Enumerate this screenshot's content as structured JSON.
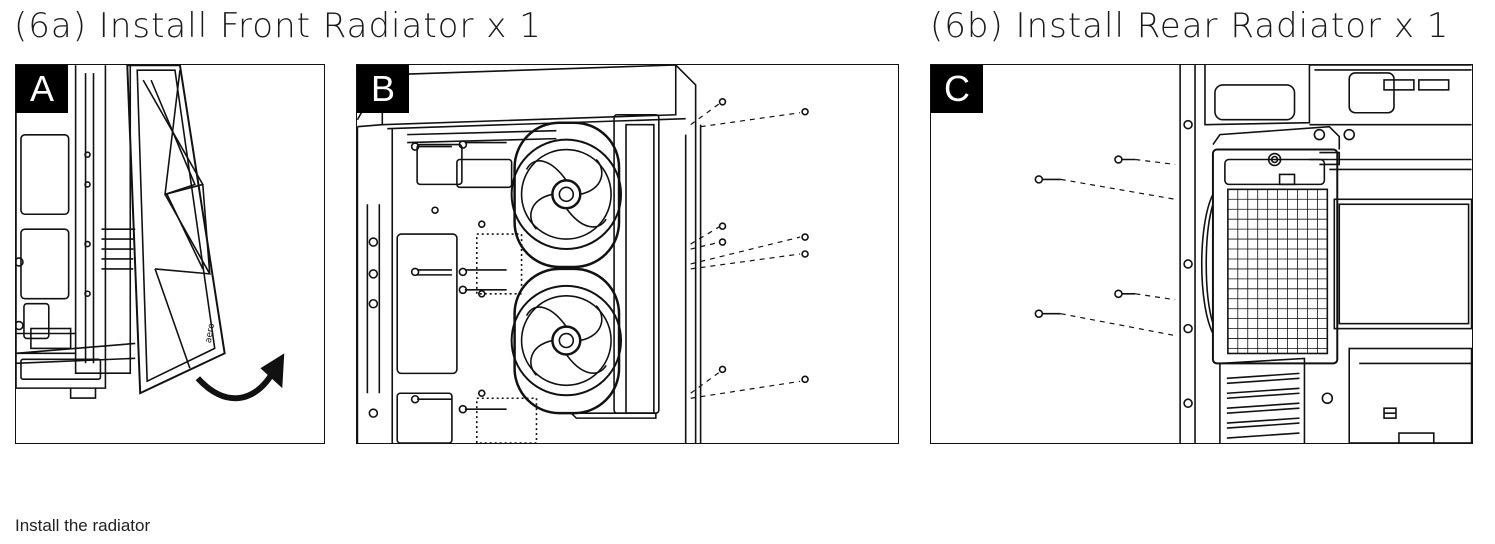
{
  "headings": {
    "front": "(6a) Install Front Radiator x 1",
    "rear": "(6b) Install Rear Radiator x 1"
  },
  "panels": [
    {
      "label": "A",
      "icon": "remove-front-panel-illustration"
    },
    {
      "label": "B",
      "icon": "front-radiator-mount-illustration"
    },
    {
      "label": "C",
      "icon": "rear-radiator-mount-illustration"
    }
  ],
  "caption": "Install the radiator",
  "colors": {
    "ink": "#111111",
    "badge": "#000000",
    "paper": "#ffffff"
  }
}
